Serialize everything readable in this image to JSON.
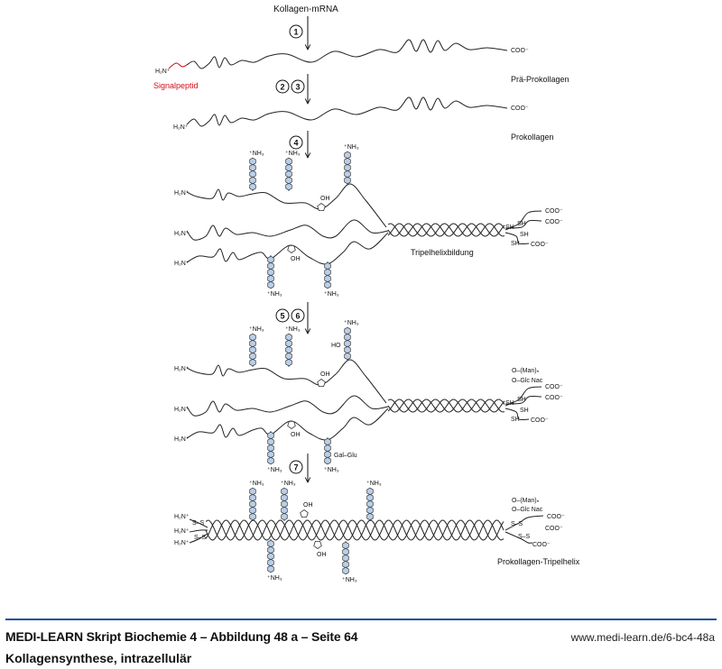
{
  "diagram": {
    "top_label": "Kollagen-mRNA",
    "steps": [
      "1",
      "2",
      "3",
      "4",
      "5",
      "6",
      "7"
    ],
    "stage_labels": {
      "pre_procollagen": "Prä-Prokollagen",
      "procollagen": "Prokollagen",
      "triple_helix_formation": "Tripelhelixbildung",
      "procollagen_triple_helix": "Prokollagen-Tripelhelix"
    },
    "signal_peptide": "Signalpeptid",
    "chem": {
      "h2n": "H₂N⁺",
      "nh3": "⁺NH₃",
      "coo": "COO⁻",
      "oh": "OH",
      "ho": "HO",
      "sh": "SH",
      "ss": "S–S",
      "man": "O–(Man)ₙ",
      "glcnac": "O–Glc Nac",
      "galglu": "Gal–Glu"
    },
    "colors": {
      "accent_red": "#d0101a",
      "sugar_fill": "#b9cfe9",
      "footer_blue": "#1c4f9c"
    }
  },
  "footer": {
    "title": "MEDI-LEARN Skript Biochemie 4 – Abbildung 48 a – Seite 64",
    "subtitle": "Kollagensynthese, intrazellulär",
    "url": "www.medi-learn.de/6-bc4-48a"
  }
}
